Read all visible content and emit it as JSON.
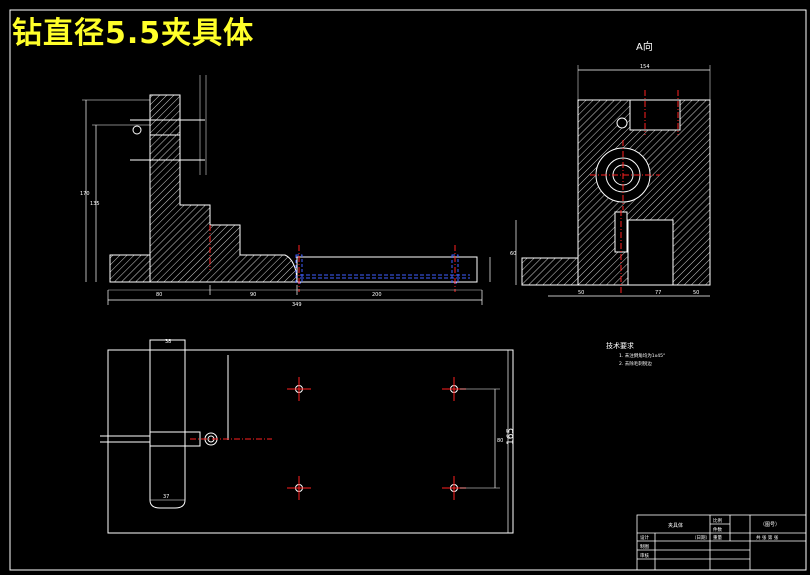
{
  "title": "钻直径5.5夹具体",
  "side_view_label": "A向",
  "dims": {
    "front_width_total": "349",
    "front_left": "80",
    "front_mid": "90",
    "front_right": "200",
    "front_height_total": "170",
    "front_height_upper": "135",
    "side_width_top": "154",
    "side_bottom_left": "50",
    "side_bottom_mid": "77",
    "side_bottom_right": "50",
    "side_height": "60",
    "plan_height_outer": "165",
    "plan_height_inner": "80",
    "plan_left_top": "38",
    "plan_left_bottom": "37"
  },
  "notes": {
    "heading": "技术要求",
    "line1": "1. 未注倒角均为1x45°",
    "line2": "2. 去除毛刺锐边"
  },
  "title_block": {
    "material": "夹具体",
    "proportion_label": "比例",
    "count_label": "件数",
    "weight_label": "重量",
    "drawing_no": "（图号）",
    "designer_label": "设计",
    "date_label": "（日期）",
    "checker_label": "审核",
    "drawer_label": "制图",
    "sheet_label": "共 张  第 张"
  },
  "colors": {
    "frame": "#ffffff",
    "title": "#ffff2a",
    "centerline": "#ff2020",
    "hidden": "#4060ff",
    "hatch": "#cccccc"
  }
}
